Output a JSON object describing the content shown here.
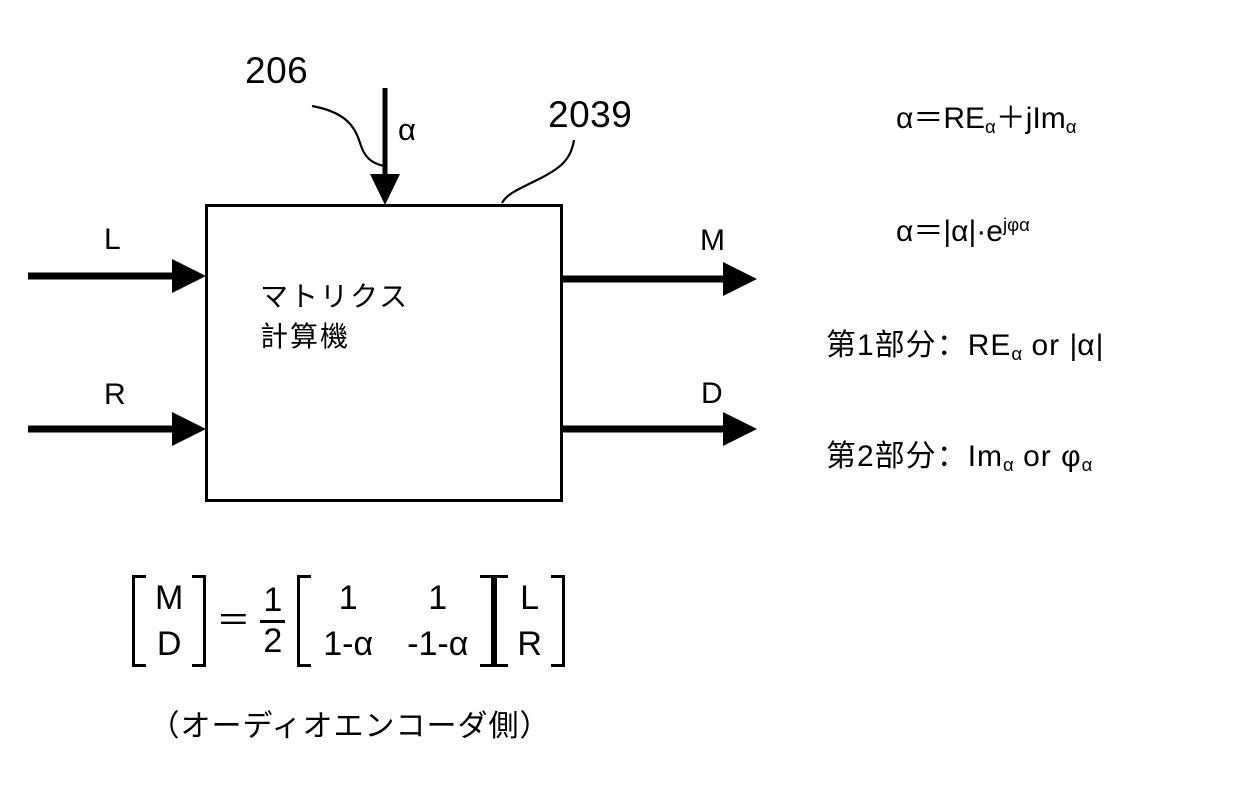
{
  "figure": {
    "background_color": "#ffffff",
    "line_color": "#000000",
    "block": {
      "ref_number": "2039",
      "label": "マトリクス\n計算機"
    },
    "control_input": {
      "ref_number": "206",
      "label": "α"
    },
    "inputs": [
      {
        "name": "left-input",
        "label": "L"
      },
      {
        "name": "right-input",
        "label": "R"
      }
    ],
    "outputs": [
      {
        "name": "mid-output",
        "label": "M"
      },
      {
        "name": "side-output",
        "label": "D"
      }
    ],
    "equations": [
      {
        "name": "alpha-rectangular-form",
        "lhs": "α",
        "eq": "＝",
        "rhs_pre": "RE",
        "rhs_sub1": "α",
        "rhs_mid": "＋jIm",
        "rhs_sub2": "α"
      },
      {
        "name": "alpha-polar-form",
        "lhs": "α",
        "eq": "＝",
        "bar_open": "|",
        "magnitude": "α",
        "bar_close": "|",
        "dot": "·e",
        "exponent": "jφα"
      }
    ],
    "parts": [
      {
        "name": "first-part",
        "prefix": "第1部分",
        "colon": "：",
        "value_pre": "RE",
        "value_sub": "α",
        "or": " or ",
        "alt_open": "|",
        "alt": "α",
        "alt_close": "|"
      },
      {
        "name": "second-part",
        "prefix": "第2部分",
        "colon": "：",
        "value_pre": "Im",
        "value_sub": "α",
        "or": " or ",
        "alt_open": "",
        "alt": "φ",
        "alt_sub": "α",
        "alt_close": ""
      }
    ],
    "matrix_equation": {
      "name": "matrix-equation",
      "output_vector": [
        "M",
        "D"
      ],
      "equals": "＝",
      "scalar_numerator": "1",
      "scalar_denominator": "2",
      "matrix_rows": [
        [
          "1",
          "1"
        ],
        [
          "1-α",
          "-1-α"
        ]
      ],
      "input_vector": [
        "L",
        "R"
      ]
    },
    "caption": "（オーディオエンコーダ側）"
  }
}
